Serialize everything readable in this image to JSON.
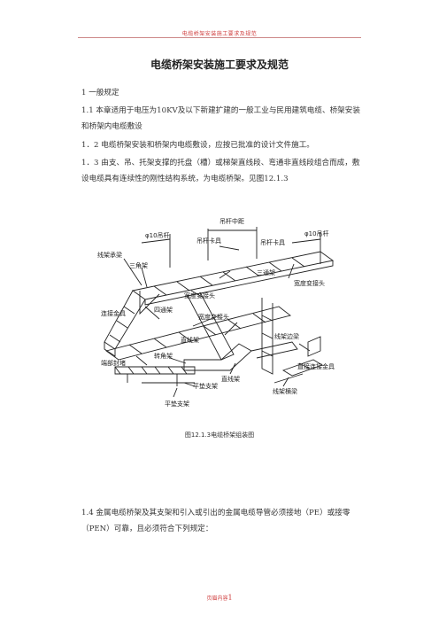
{
  "header": {
    "text": "电缆桥架安装施工要求及规范"
  },
  "document": {
    "title": "电缆桥架安装施工要求及规范",
    "paragraphs": [
      "1  一般规定",
      "1.1   本章适用于电压为10KV及以下新建扩建的一般工业与民用建筑电缆、桥架安装和桥架内电缆敷设",
      "1．2   电缆桥架安装和桥架内电缆敷设，应按已批准的设计文件施工。",
      "1．3   由支、吊、托架支撑的托盘（槽）或梯架直线段、弯通非直线段组合而成，敷设电缆具有连续性的刚性结构系统，为电缆桥架。见图12.1.3",
      "1.4   金属电缆桥架及其支架和引入或引出的金属电缆导管必须接地（PE）或接零（PEN）可靠，且必须符合下列规定："
    ]
  },
  "figure": {
    "labels": {
      "rod_left": "φ10吊杆",
      "rod_spacing": "吊杆中距",
      "rod_right": "φ10吊杆",
      "clamp_left": "吊杆卡具",
      "clamp_right": "吊杆卡具",
      "frame_beam": "线架承梁",
      "tri_frame": "三角架",
      "three_way": "三通架",
      "width_connector_left": "宽度变接头",
      "width_connector_right": "宽度变接头",
      "four_way": "四通架",
      "connector": "连接金具",
      "width_connector_mid": "宽度变接头",
      "straight_left": "直线架",
      "end_cap": "端部封堵",
      "corner_frame": "转角架",
      "straight_right": "直线架",
      "edge_beam": "线架边梁",
      "straight_connector": "直接连接金具",
      "cross_beam": "线架横梁",
      "flat_support_1": "平垫支架",
      "flat_support_2": "平垫支架"
    },
    "caption": "图12.1.3电缆桥架组装图"
  },
  "footer": {
    "text": "页眉内容",
    "page_number": "1"
  }
}
